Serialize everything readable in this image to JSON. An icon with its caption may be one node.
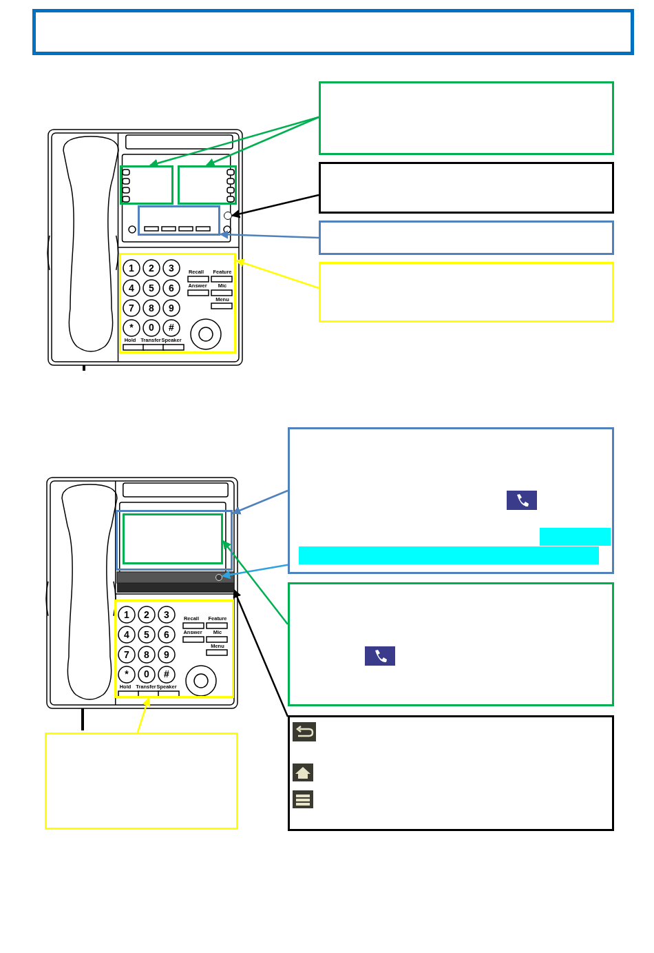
{
  "diagram": {
    "nodes": [
      {
        "text": [],
        "shape": "box"
      },
      {
        "text": [],
        "shape": "box"
      },
      {
        "text": [],
        "shape": "box"
      },
      {
        "text": [],
        "shape": "box"
      },
      {
        "text": [],
        "shape": "box"
      },
      {
        "text": [],
        "shape": "box"
      },
      {
        "text": [],
        "shape": "box"
      },
      {
        "text": [],
        "shape": "box"
      },
      {
        "text": [],
        "shape": "circle"
      },
      {
        "text": [],
        "shape": "box"
      },
      {
        "text": [],
        "shape": "box"
      },
      {
        "text": [],
        "shape": "box"
      },
      {
        "text": [],
        "shape": "box"
      },
      {
        "text": [],
        "shape": "box"
      },
      {
        "text": [],
        "shape": "box"
      },
      {
        "text": [],
        "shape": "box",
        "in": 14
      },
      {
        "text": [],
        "shape": "circle"
      },
      {
        "text": [],
        "shape": "bar"
      },
      {
        "text": [],
        "shape": "box"
      }
    ],
    "edges": [
      {
        "from": 1,
        "to": 5,
        "arrow": "to",
        "color": "#00b050"
      },
      {
        "from": 1,
        "to": 6,
        "arrow": "to",
        "color": "#00b050"
      },
      {
        "from": 2,
        "to": 8,
        "arrow": "to",
        "color": "#000000"
      },
      {
        "from": 3,
        "to": 7,
        "arrow": "to",
        "color": "#4f81bd"
      },
      {
        "from": 4,
        "to": 9,
        "arrow": "to",
        "color": "#ffff00"
      },
      {
        "from": 10,
        "to": 14,
        "arrow": "to",
        "color": "#4f81bd"
      },
      {
        "from": 10,
        "to": 16,
        "arrow": "to",
        "color": "#2ea3e0"
      },
      {
        "from": 11,
        "to": 15,
        "arrow": "to",
        "color": "#00b050"
      },
      {
        "from": 12,
        "to": 17,
        "arrow": "to",
        "color": "#000000"
      },
      {
        "from": 13,
        "to": 18,
        "arrow": "to",
        "color": "#ffff00"
      }
    ],
    "labels": [
      "1",
      "2",
      "3",
      "Recall",
      "Feature",
      "4",
      "5",
      "6",
      "Answer",
      "Mic",
      "7",
      "8",
      "9",
      "Menu",
      "*",
      "0",
      "#",
      "Hold",
      "Transfer",
      "Speaker",
      "1",
      "2",
      "3",
      "Recall",
      "Feature",
      "4",
      "5",
      "6",
      "Answer",
      "Mic",
      "7",
      "8",
      "9",
      "Menu",
      "*",
      "0",
      "#",
      "Hold",
      "Transfer",
      "Speaker"
    ]
  }
}
